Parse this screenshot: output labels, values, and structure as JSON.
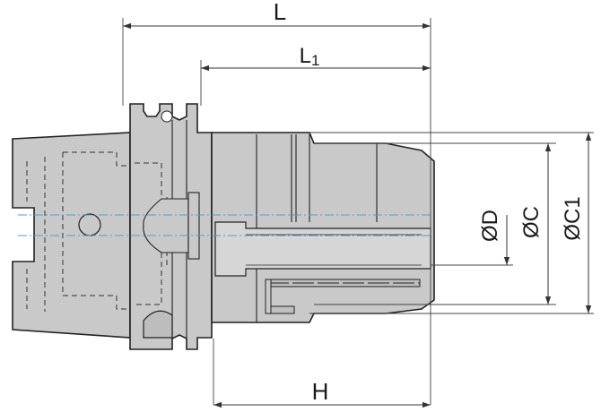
{
  "drawing": {
    "labels": {
      "overall_length": "L",
      "length_from_flange": "L1",
      "length_from_flange_main": "L",
      "length_from_flange_sub": "1",
      "bore_diameter": "ØD",
      "body_diameter": "ØC",
      "nose_diameter": "ØC1",
      "clamping_depth": "H"
    },
    "colors": {
      "body_fill": "#c9c9c9",
      "outline": "#222222",
      "dimension_line": "#333333",
      "center_line": "#4f9fd6",
      "background": "#ffffff"
    }
  }
}
